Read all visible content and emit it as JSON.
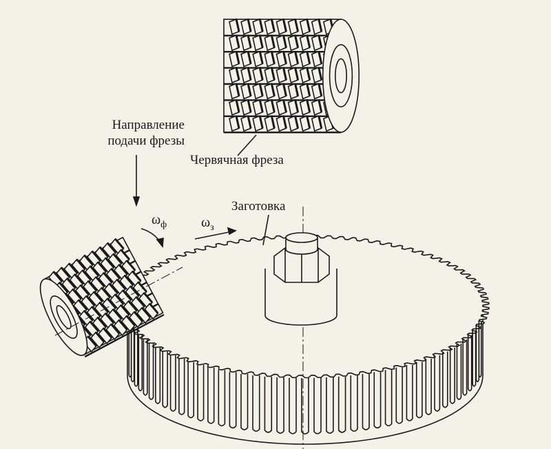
{
  "labels": {
    "feed_direction_line1": "Направление",
    "feed_direction_line2": "подачи фрезы",
    "hob": "Червячная фреза",
    "workpiece": "Заготовка",
    "omega_hob": "ω",
    "omega_hob_sub": "ф",
    "omega_work": "ω",
    "omega_work_sub": "з"
  },
  "colors": {
    "background": "#f4f1e8",
    "ink": "#1a1a1a"
  }
}
